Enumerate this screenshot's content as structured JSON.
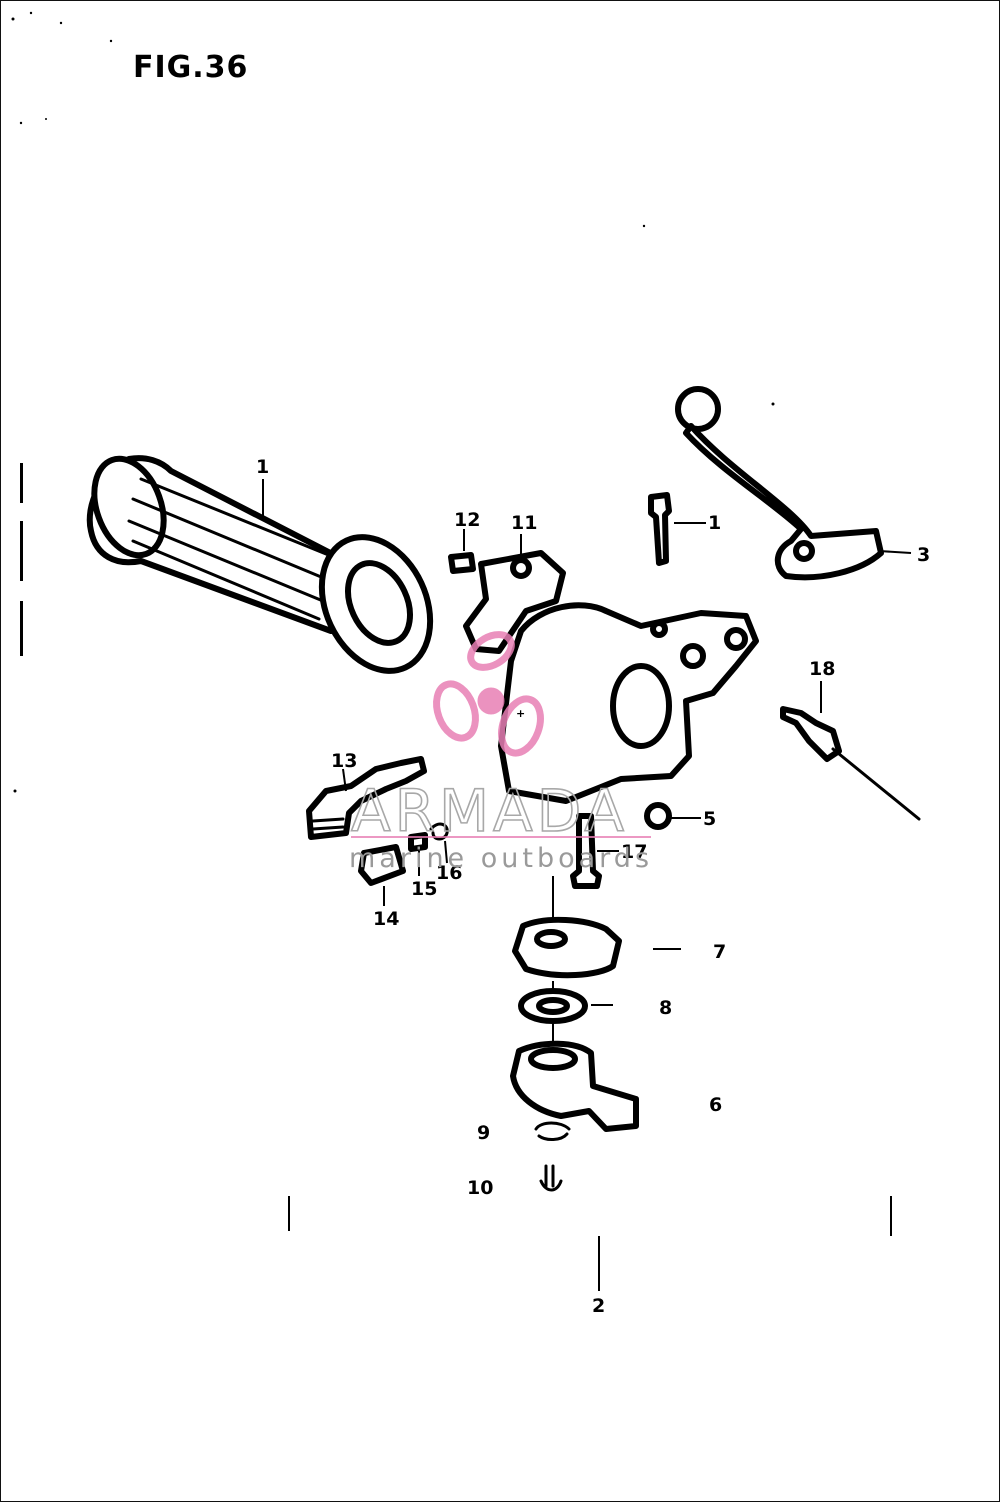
{
  "figure": {
    "title": "FIG.36"
  },
  "callouts": [
    {
      "id": "1a",
      "text": "1"
    },
    {
      "id": "1b",
      "text": "1"
    },
    {
      "id": "2",
      "text": "2"
    },
    {
      "id": "3",
      "text": "3"
    },
    {
      "id": "5",
      "text": "5"
    },
    {
      "id": "6",
      "text": "6"
    },
    {
      "id": "7",
      "text": "7"
    },
    {
      "id": "8",
      "text": "8"
    },
    {
      "id": "9",
      "text": "9"
    },
    {
      "id": "10",
      "text": "10"
    },
    {
      "id": "11",
      "text": "11"
    },
    {
      "id": "12",
      "text": "12"
    },
    {
      "id": "13",
      "text": "13"
    },
    {
      "id": "14",
      "text": "14"
    },
    {
      "id": "15",
      "text": "15"
    },
    {
      "id": "16",
      "text": "16"
    },
    {
      "id": "17",
      "text": "17"
    },
    {
      "id": "18",
      "text": "18"
    }
  ],
  "watermark": {
    "brand": "ARMADA",
    "tagline": "marine outboards",
    "logo_color": "#e87fb5",
    "text_color": "#a0a0a0"
  },
  "colors": {
    "ink": "#000000",
    "paper": "#ffffff"
  }
}
